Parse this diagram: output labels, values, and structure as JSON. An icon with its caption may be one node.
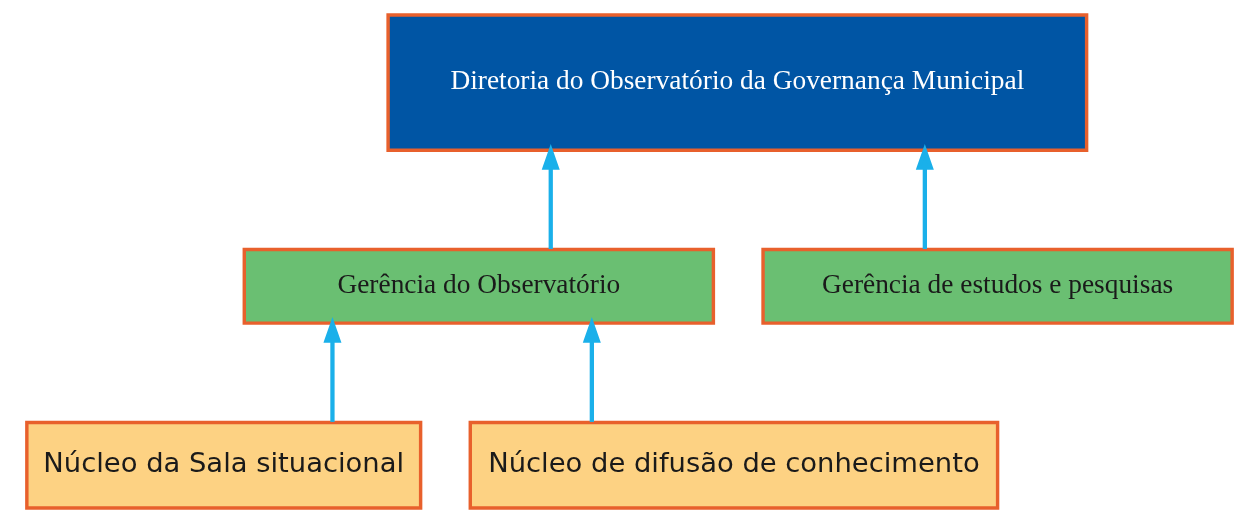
{
  "diagram": {
    "nodes": [
      {
        "text": [
          "Diretoria do Observatório da Governança Municipal"
        ]
      },
      {
        "text": [
          "Gerência do Observatório"
        ]
      },
      {
        "text": [
          "Gerência de estudos e pesquisas"
        ]
      },
      {
        "text": [
          "Núcleo da Sala situacional"
        ]
      },
      {
        "text": [
          "Núcleo de difusão de conhecimento"
        ]
      }
    ],
    "edges": [
      {
        "from": 1,
        "to": 0,
        "arrow": "to"
      },
      {
        "from": 2,
        "to": 0,
        "arrow": "to"
      },
      {
        "from": 3,
        "to": 1,
        "arrow": "to"
      },
      {
        "from": 4,
        "to": 1,
        "arrow": "to"
      }
    ]
  }
}
